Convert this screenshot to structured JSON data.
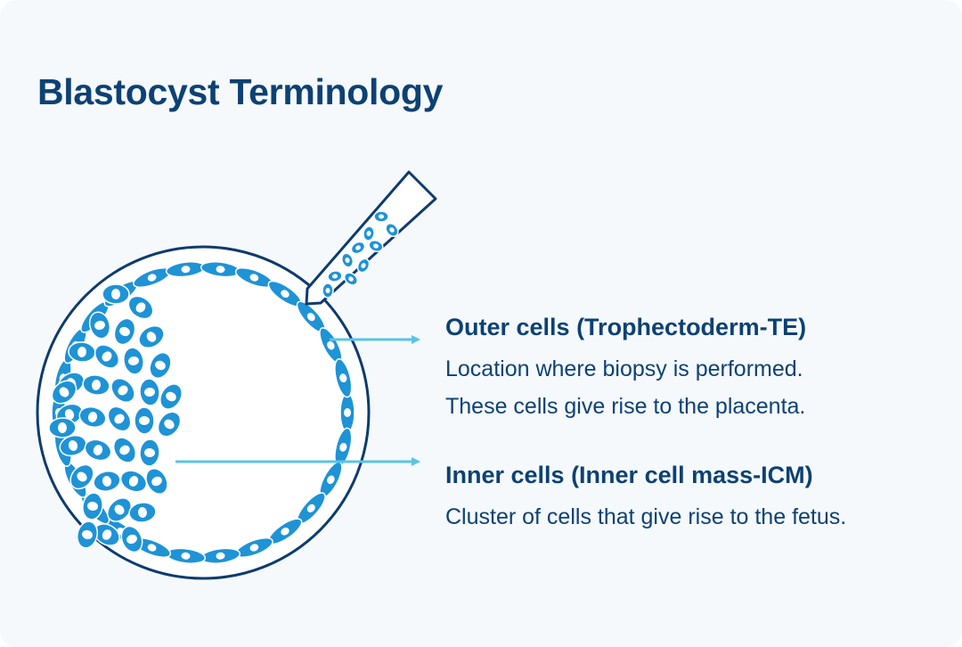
{
  "title": "Blastocyst Terminology",
  "labels": [
    {
      "heading": "Outer cells (Trophectoderm-TE)",
      "description_lines": [
        "Location where biopsy is performed.",
        "These cells give rise to the placenta."
      ]
    },
    {
      "heading": "Inner cells (Inner cell mass-ICM)",
      "description_lines": [
        "Cluster of cells that give rise to the fetus."
      ]
    }
  ],
  "colors": {
    "title_text": "#0d4173",
    "body_text": "#0d4173",
    "outline": "#0d3b6e",
    "cell_fill": "#1e93d6",
    "arrow": "#5bc4e6",
    "background": "#f5f9fc"
  },
  "icons": [
    "blastocyst-icon",
    "biopsy-pipette-icon",
    "arrow-right-icon"
  ]
}
